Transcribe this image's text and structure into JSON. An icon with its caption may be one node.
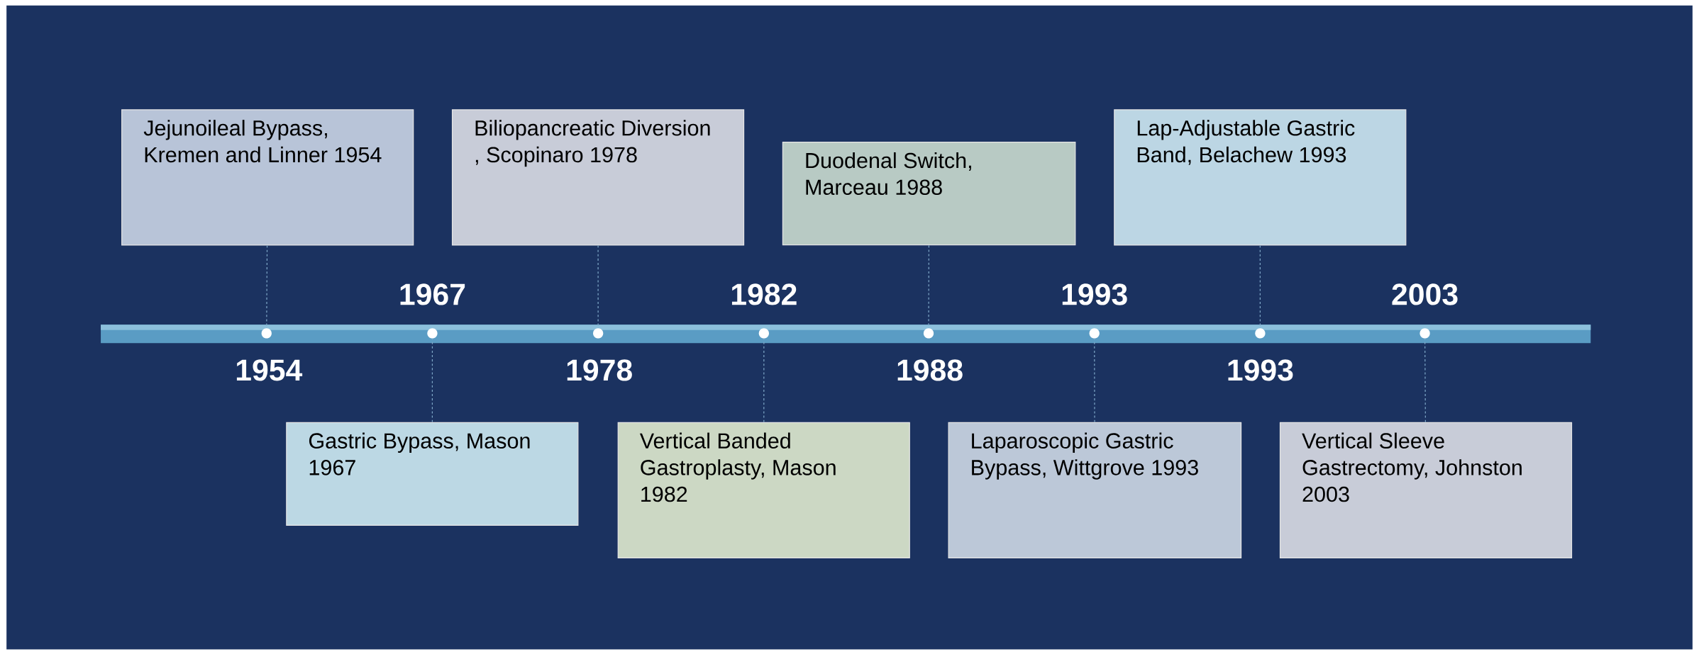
{
  "diagram": {
    "nodes": [
      {
        "text": [
          "Jejunoileal Bypass, Kremen and Linner 1954"
        ]
      },
      {
        "text": [
          "Gastric Bypass, Mason 1967"
        ]
      },
      {
        "text": [
          "Biliopancreatic Diversion , Scopinaro 1978"
        ]
      },
      {
        "text": [
          "Vertical Banded Gastroplasty, Mason 1982"
        ]
      },
      {
        "text": [
          "Duodenal Switch, Marceau 1988"
        ]
      },
      {
        "text": [
          "Laparoscopic Gastric Bypass, Wittgrove 1993"
        ]
      },
      {
        "text": [
          "Lap-Adjustable Gastric Band, Belachew 1993"
        ]
      },
      {
        "text": [
          "Vertical Sleeve Gastrectomy, Johnston 2003"
        ]
      },
      {
        "text": [],
        "shape": "circle"
      },
      {
        "text": [],
        "shape": "circle"
      },
      {
        "text": [],
        "shape": "circle"
      },
      {
        "text": [],
        "shape": "circle"
      },
      {
        "text": [],
        "shape": "circle"
      },
      {
        "text": [],
        "shape": "circle"
      },
      {
        "text": [],
        "shape": "circle"
      },
      {
        "text": [],
        "shape": "circle"
      }
    ],
    "edges": [
      {
        "from": 0,
        "to": 8,
        "arrow": "none",
        "style": "dashed"
      },
      {
        "from": 1,
        "to": 9,
        "arrow": "none",
        "style": "dashed"
      },
      {
        "from": 2,
        "to": 10,
        "arrow": "none",
        "style": "dashed"
      },
      {
        "from": 3,
        "to": 11,
        "arrow": "none",
        "style": "dashed"
      },
      {
        "from": 4,
        "to": 12,
        "arrow": "none",
        "style": "dashed"
      },
      {
        "from": 5,
        "to": 13,
        "arrow": "none",
        "style": "dashed"
      },
      {
        "from": 6,
        "to": 14,
        "arrow": "none",
        "style": "dashed"
      },
      {
        "from": 7,
        "to": 15,
        "arrow": "none",
        "style": "dashed"
      }
    ],
    "labels": [
      "1954",
      "1967",
      "1978",
      "1982",
      "1988",
      "1993",
      "1993",
      "2003"
    ]
  }
}
